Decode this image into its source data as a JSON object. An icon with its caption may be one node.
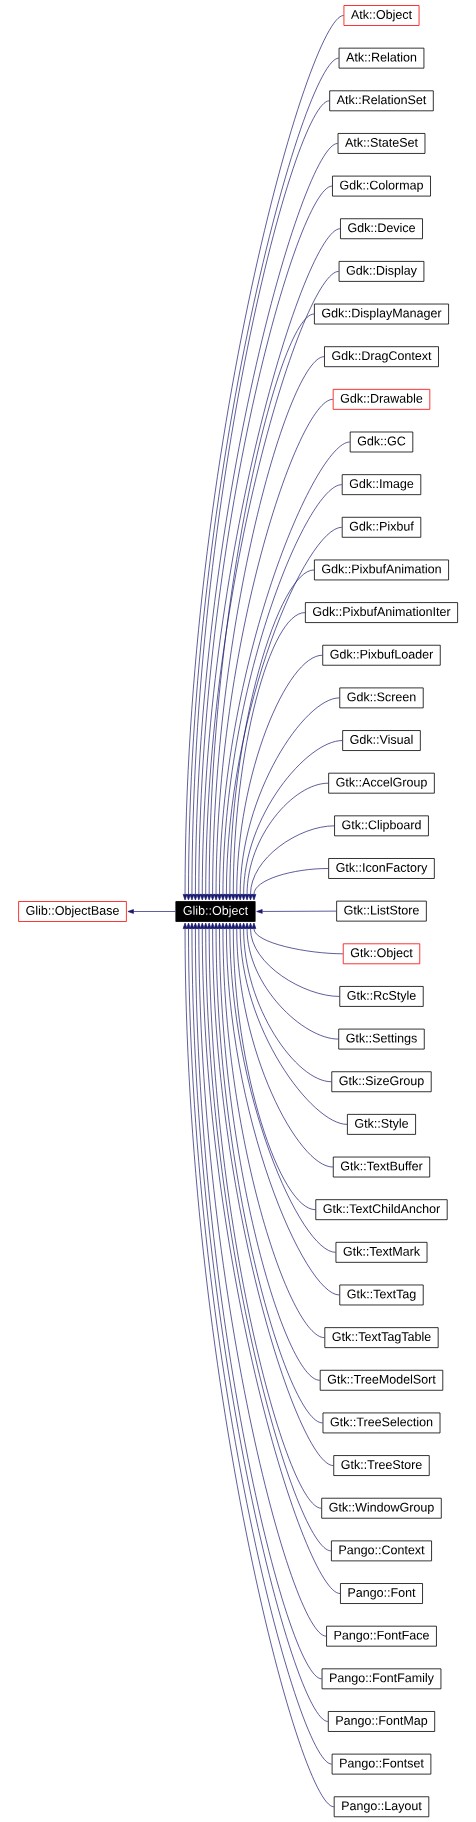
{
  "diagram": {
    "nodes": [
      {
        "text": [
          "Glib::ObjectBase"
        ]
      },
      {
        "text": [
          "Glib::Object"
        ]
      },
      {
        "text": [
          "Atk::Object"
        ]
      },
      {
        "text": [
          "Atk::Relation"
        ]
      },
      {
        "text": [
          "Atk::RelationSet"
        ]
      },
      {
        "text": [
          "Atk::StateSet"
        ]
      },
      {
        "text": [
          "Gdk::Colormap"
        ]
      },
      {
        "text": [
          "Gdk::Device"
        ]
      },
      {
        "text": [
          "Gdk::Display"
        ]
      },
      {
        "text": [
          "Gdk::DisplayManager"
        ]
      },
      {
        "text": [
          "Gdk::DragContext"
        ]
      },
      {
        "text": [
          "Gdk::Drawable"
        ]
      },
      {
        "text": [
          "Gdk::GC"
        ]
      },
      {
        "text": [
          "Gdk::Image"
        ]
      },
      {
        "text": [
          "Gdk::Pixbuf"
        ]
      },
      {
        "text": [
          "Gdk::PixbufAnimation"
        ]
      },
      {
        "text": [
          "Gdk::PixbufAnimationIter"
        ]
      },
      {
        "text": [
          "Gdk::PixbufLoader"
        ]
      },
      {
        "text": [
          "Gdk::Screen"
        ]
      },
      {
        "text": [
          "Gdk::Visual"
        ]
      },
      {
        "text": [
          "Gtk::AccelGroup"
        ]
      },
      {
        "text": [
          "Gtk::Clipboard"
        ]
      },
      {
        "text": [
          "Gtk::IconFactory"
        ]
      },
      {
        "text": [
          "Gtk::ListStore"
        ]
      },
      {
        "text": [
          "Gtk::Object"
        ]
      },
      {
        "text": [
          "Gtk::RcStyle"
        ]
      },
      {
        "text": [
          "Gtk::Settings"
        ]
      },
      {
        "text": [
          "Gtk::SizeGroup"
        ]
      },
      {
        "text": [
          "Gtk::Style"
        ]
      },
      {
        "text": [
          "Gtk::TextBuffer"
        ]
      },
      {
        "text": [
          "Gtk::TextChildAnchor"
        ]
      },
      {
        "text": [
          "Gtk::TextMark"
        ]
      },
      {
        "text": [
          "Gtk::TextTag"
        ]
      },
      {
        "text": [
          "Gtk::TextTagTable"
        ]
      },
      {
        "text": [
          "Gtk::TreeModelSort"
        ]
      },
      {
        "text": [
          "Gtk::TreeSelection"
        ]
      },
      {
        "text": [
          "Gtk::TreeStore"
        ]
      },
      {
        "text": [
          "Gtk::WindowGroup"
        ]
      },
      {
        "text": [
          "Pango::Context"
        ]
      },
      {
        "text": [
          "Pango::Font"
        ]
      },
      {
        "text": [
          "Pango::FontFace"
        ]
      },
      {
        "text": [
          "Pango::FontFamily"
        ]
      },
      {
        "text": [
          "Pango::FontMap"
        ]
      },
      {
        "text": [
          "Pango::Fontset"
        ]
      },
      {
        "text": [
          "Pango::Layout"
        ]
      }
    ],
    "edges": [
      {
        "from": 1,
        "to": 0,
        "arrow": "to"
      },
      {
        "from": 2,
        "to": 1,
        "arrow": "to"
      },
      {
        "from": 3,
        "to": 1,
        "arrow": "to"
      },
      {
        "from": 4,
        "to": 1,
        "arrow": "to"
      },
      {
        "from": 5,
        "to": 1,
        "arrow": "to"
      },
      {
        "from": 6,
        "to": 1,
        "arrow": "to"
      },
      {
        "from": 7,
        "to": 1,
        "arrow": "to"
      },
      {
        "from": 8,
        "to": 1,
        "arrow": "to"
      },
      {
        "from": 9,
        "to": 1,
        "arrow": "to"
      },
      {
        "from": 10,
        "to": 1,
        "arrow": "to"
      },
      {
        "from": 11,
        "to": 1,
        "arrow": "to"
      },
      {
        "from": 12,
        "to": 1,
        "arrow": "to"
      },
      {
        "from": 13,
        "to": 1,
        "arrow": "to"
      },
      {
        "from": 14,
        "to": 1,
        "arrow": "to"
      },
      {
        "from": 15,
        "to": 1,
        "arrow": "to"
      },
      {
        "from": 16,
        "to": 1,
        "arrow": "to"
      },
      {
        "from": 17,
        "to": 1,
        "arrow": "to"
      },
      {
        "from": 18,
        "to": 1,
        "arrow": "to"
      },
      {
        "from": 19,
        "to": 1,
        "arrow": "to"
      },
      {
        "from": 20,
        "to": 1,
        "arrow": "to"
      },
      {
        "from": 21,
        "to": 1,
        "arrow": "to"
      },
      {
        "from": 22,
        "to": 1,
        "arrow": "to"
      },
      {
        "from": 23,
        "to": 1,
        "arrow": "to"
      },
      {
        "from": 24,
        "to": 1,
        "arrow": "to"
      },
      {
        "from": 25,
        "to": 1,
        "arrow": "to"
      },
      {
        "from": 26,
        "to": 1,
        "arrow": "to"
      },
      {
        "from": 27,
        "to": 1,
        "arrow": "to"
      },
      {
        "from": 28,
        "to": 1,
        "arrow": "to"
      },
      {
        "from": 29,
        "to": 1,
        "arrow": "to"
      },
      {
        "from": 30,
        "to": 1,
        "arrow": "to"
      },
      {
        "from": 31,
        "to": 1,
        "arrow": "to"
      },
      {
        "from": 32,
        "to": 1,
        "arrow": "to"
      },
      {
        "from": 33,
        "to": 1,
        "arrow": "to"
      },
      {
        "from": 34,
        "to": 1,
        "arrow": "to"
      },
      {
        "from": 35,
        "to": 1,
        "arrow": "to"
      },
      {
        "from": 36,
        "to": 1,
        "arrow": "to"
      },
      {
        "from": 37,
        "to": 1,
        "arrow": "to"
      },
      {
        "from": 38,
        "to": 1,
        "arrow": "to"
      },
      {
        "from": 39,
        "to": 1,
        "arrow": "to"
      },
      {
        "from": 40,
        "to": 1,
        "arrow": "to"
      },
      {
        "from": 41,
        "to": 1,
        "arrow": "to"
      },
      {
        "from": 42,
        "to": 1,
        "arrow": "to"
      },
      {
        "from": 43,
        "to": 1,
        "arrow": "to"
      },
      {
        "from": 44,
        "to": 1,
        "arrow": "to"
      }
    ]
  }
}
